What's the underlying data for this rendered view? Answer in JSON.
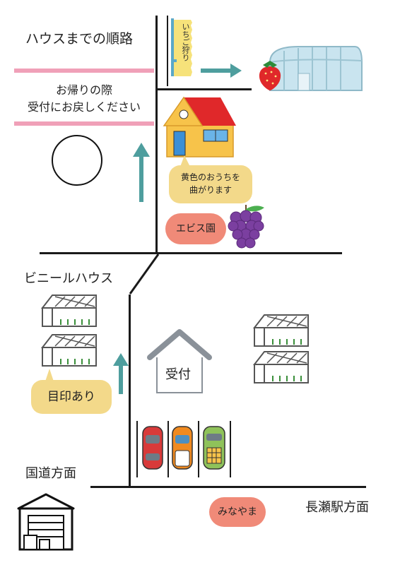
{
  "map": {
    "title": "ハウスまでの順路",
    "return_note_line1": "お帰りの際",
    "return_note_line2": "受付にお戻しください",
    "strawberry_banner": "いちご狩り",
    "yellow_house_note_line1": "黄色のおうちを",
    "yellow_house_note_line2": "曲がります",
    "ebisu_label": "エビス園",
    "vinyl_house_label": "ビニールハウス",
    "landmark_label": "目印あり",
    "reception_label": "受付",
    "national_road_label": "国道方面",
    "nagase_label": "長瀬駅方面",
    "minayama_label": "みなやま"
  },
  "colors": {
    "arrow": "#4e9e9e",
    "pink_bar": "#f0a0b8",
    "bubble": "#f3d98a",
    "cloud": "#f08a78",
    "house_yellow": "#f7c34a",
    "roof_red": "#e0282a"
  },
  "icons": [
    "strawberry-icon",
    "greenhouse-icon",
    "yellow-house-icon",
    "grape-icon",
    "vinyl-house-icon",
    "reception-house-icon",
    "car-icon",
    "warehouse-icon"
  ]
}
